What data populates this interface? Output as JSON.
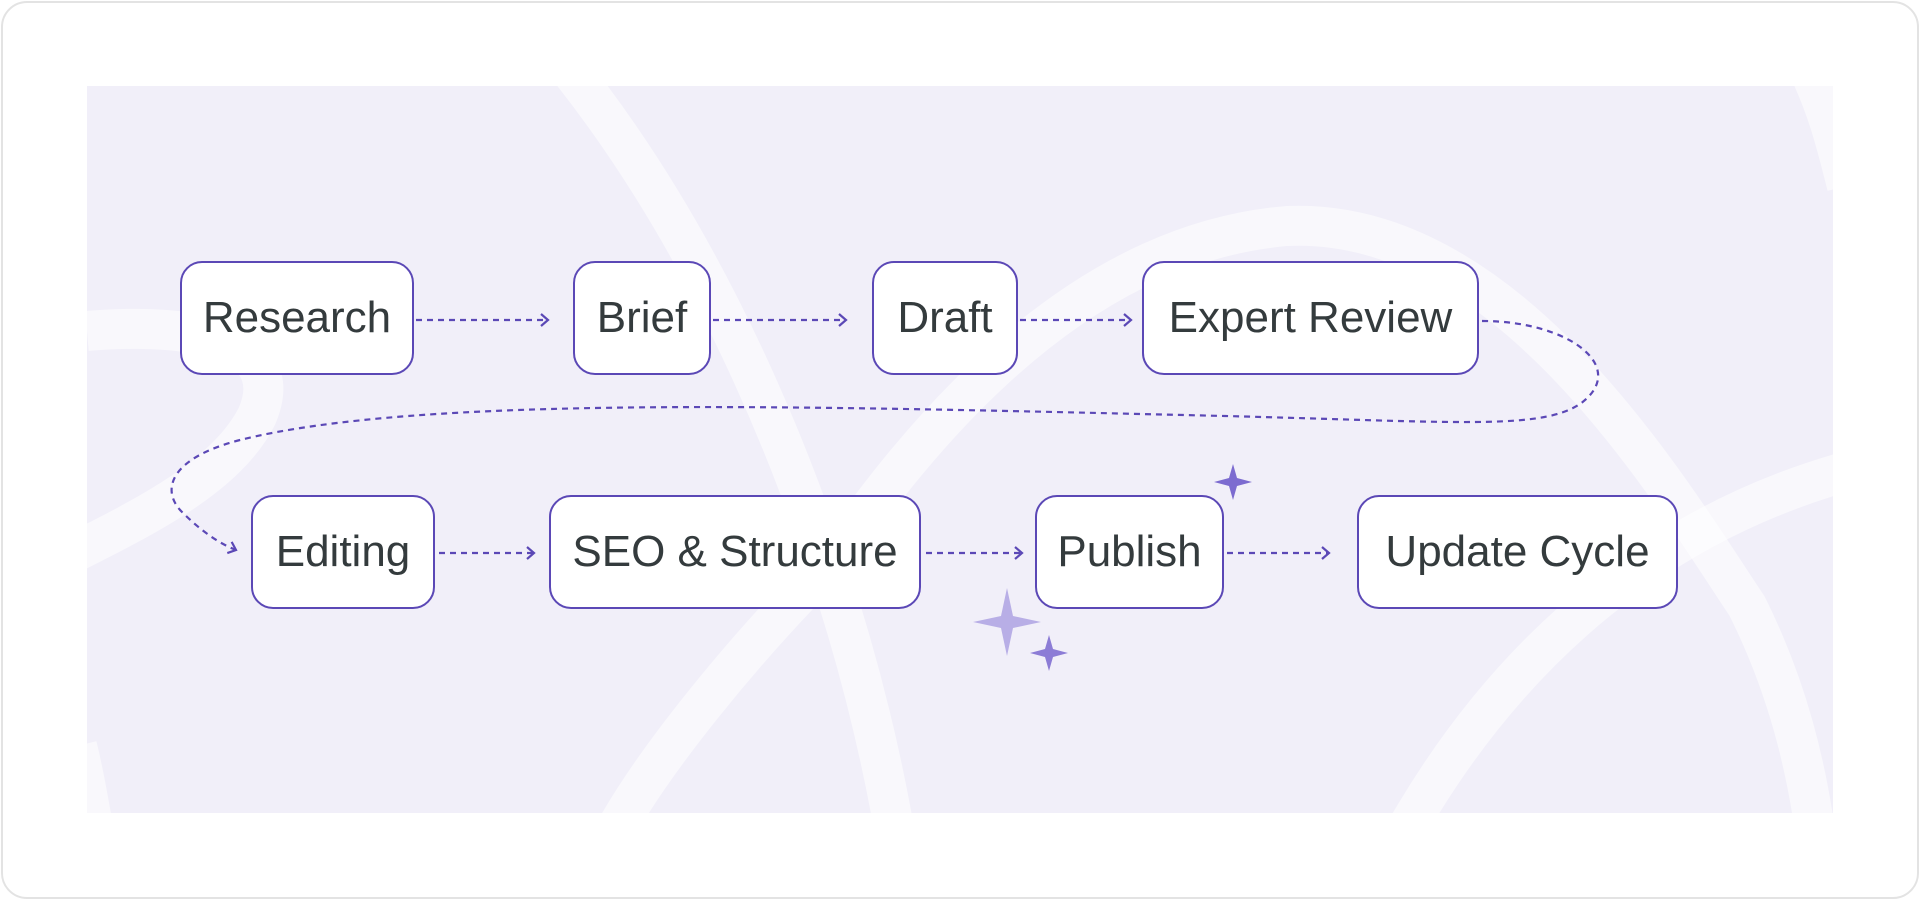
{
  "diagram": {
    "row1": [
      {
        "label": "Research"
      },
      {
        "label": "Brief"
      },
      {
        "label": "Draft"
      },
      {
        "label": "Expert Review"
      }
    ],
    "row2": [
      {
        "label": "Editing"
      },
      {
        "label": "SEO & Structure"
      },
      {
        "label": "Publish"
      },
      {
        "label": "Update Cycle"
      }
    ]
  },
  "colors": {
    "accent": "#5b48b6",
    "background": "#f1eff9",
    "text": "#343b3d",
    "sparkle_light": "#b8aee6",
    "sparkle": "#7c6bd0"
  }
}
